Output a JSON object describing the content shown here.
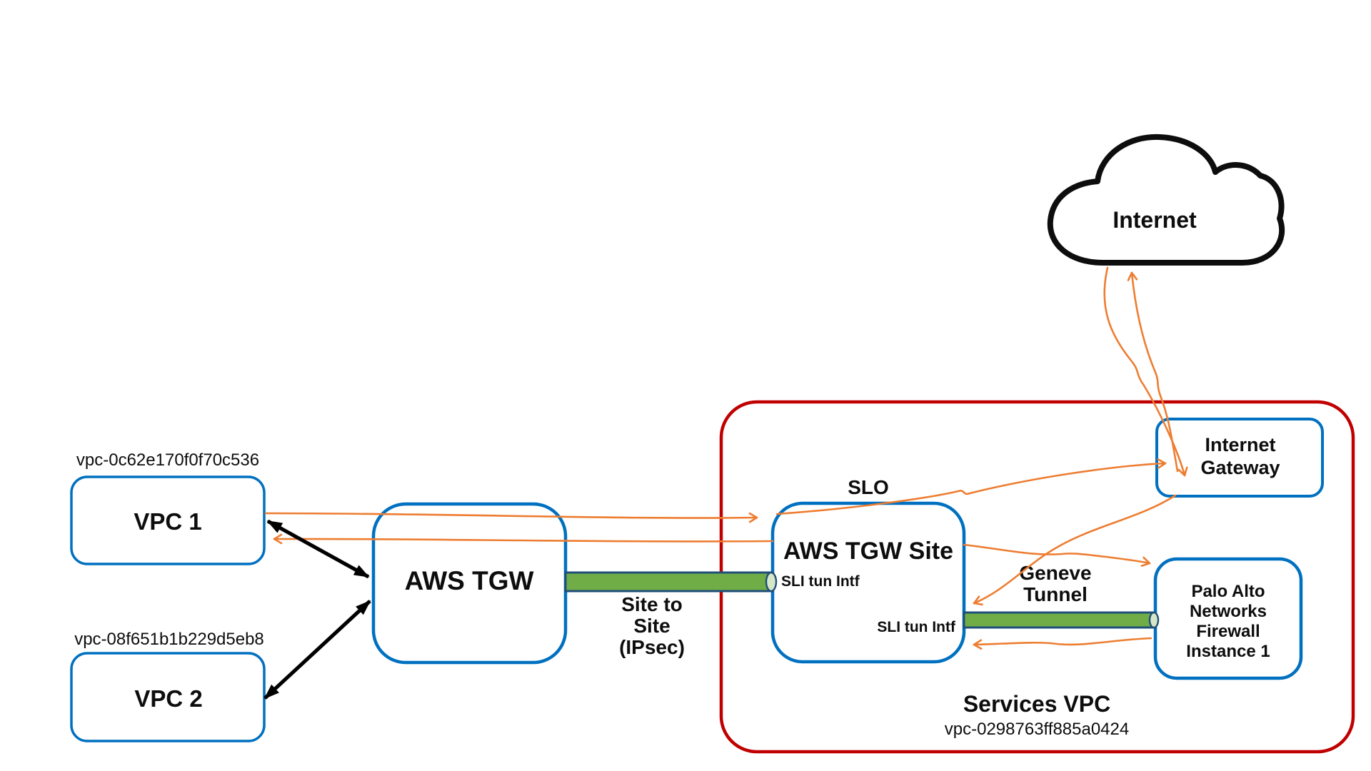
{
  "diagram": {
    "internet_cloud": {
      "label": "Internet"
    },
    "vpc1": {
      "name": "VPC 1",
      "vpc_id": "vpc-0c62e170f0f70c536"
    },
    "vpc2": {
      "name": "VPC 2",
      "vpc_id": "vpc-08f651b1b229d5eb8"
    },
    "aws_tgw": {
      "name": "AWS TGW"
    },
    "site_to_site_tunnel": {
      "label_lines": [
        "Site to",
        "Site",
        "(IPsec)"
      ]
    },
    "services_vpc": {
      "name": "Services VPC",
      "vpc_id": "vpc-0298763ff885a0424"
    },
    "aws_tgw_site": {
      "name": "AWS TGW Site",
      "slo_label": "SLO",
      "sli_tun_intf_top": "SLI tun Intf",
      "sli_tun_intf_bottom": "SLI tun Intf"
    },
    "internet_gateway": {
      "name_lines": [
        "Internet",
        "Gateway"
      ]
    },
    "palo_alto_firewall": {
      "name_lines": [
        "Palo Alto",
        "Networks",
        "Firewall",
        "Instance 1"
      ]
    },
    "geneve_tunnel": {
      "label_lines": [
        "Geneve",
        "Tunnel"
      ]
    },
    "colors": {
      "node_border_blue": "#0070C0",
      "services_vpc_border_red": "#C00000",
      "flow_orange": "#ED7D31",
      "tunnel_green": "#70AD47",
      "tunnel_outline_navy": "#1F4E79",
      "arrow_black": "#000000"
    }
  }
}
